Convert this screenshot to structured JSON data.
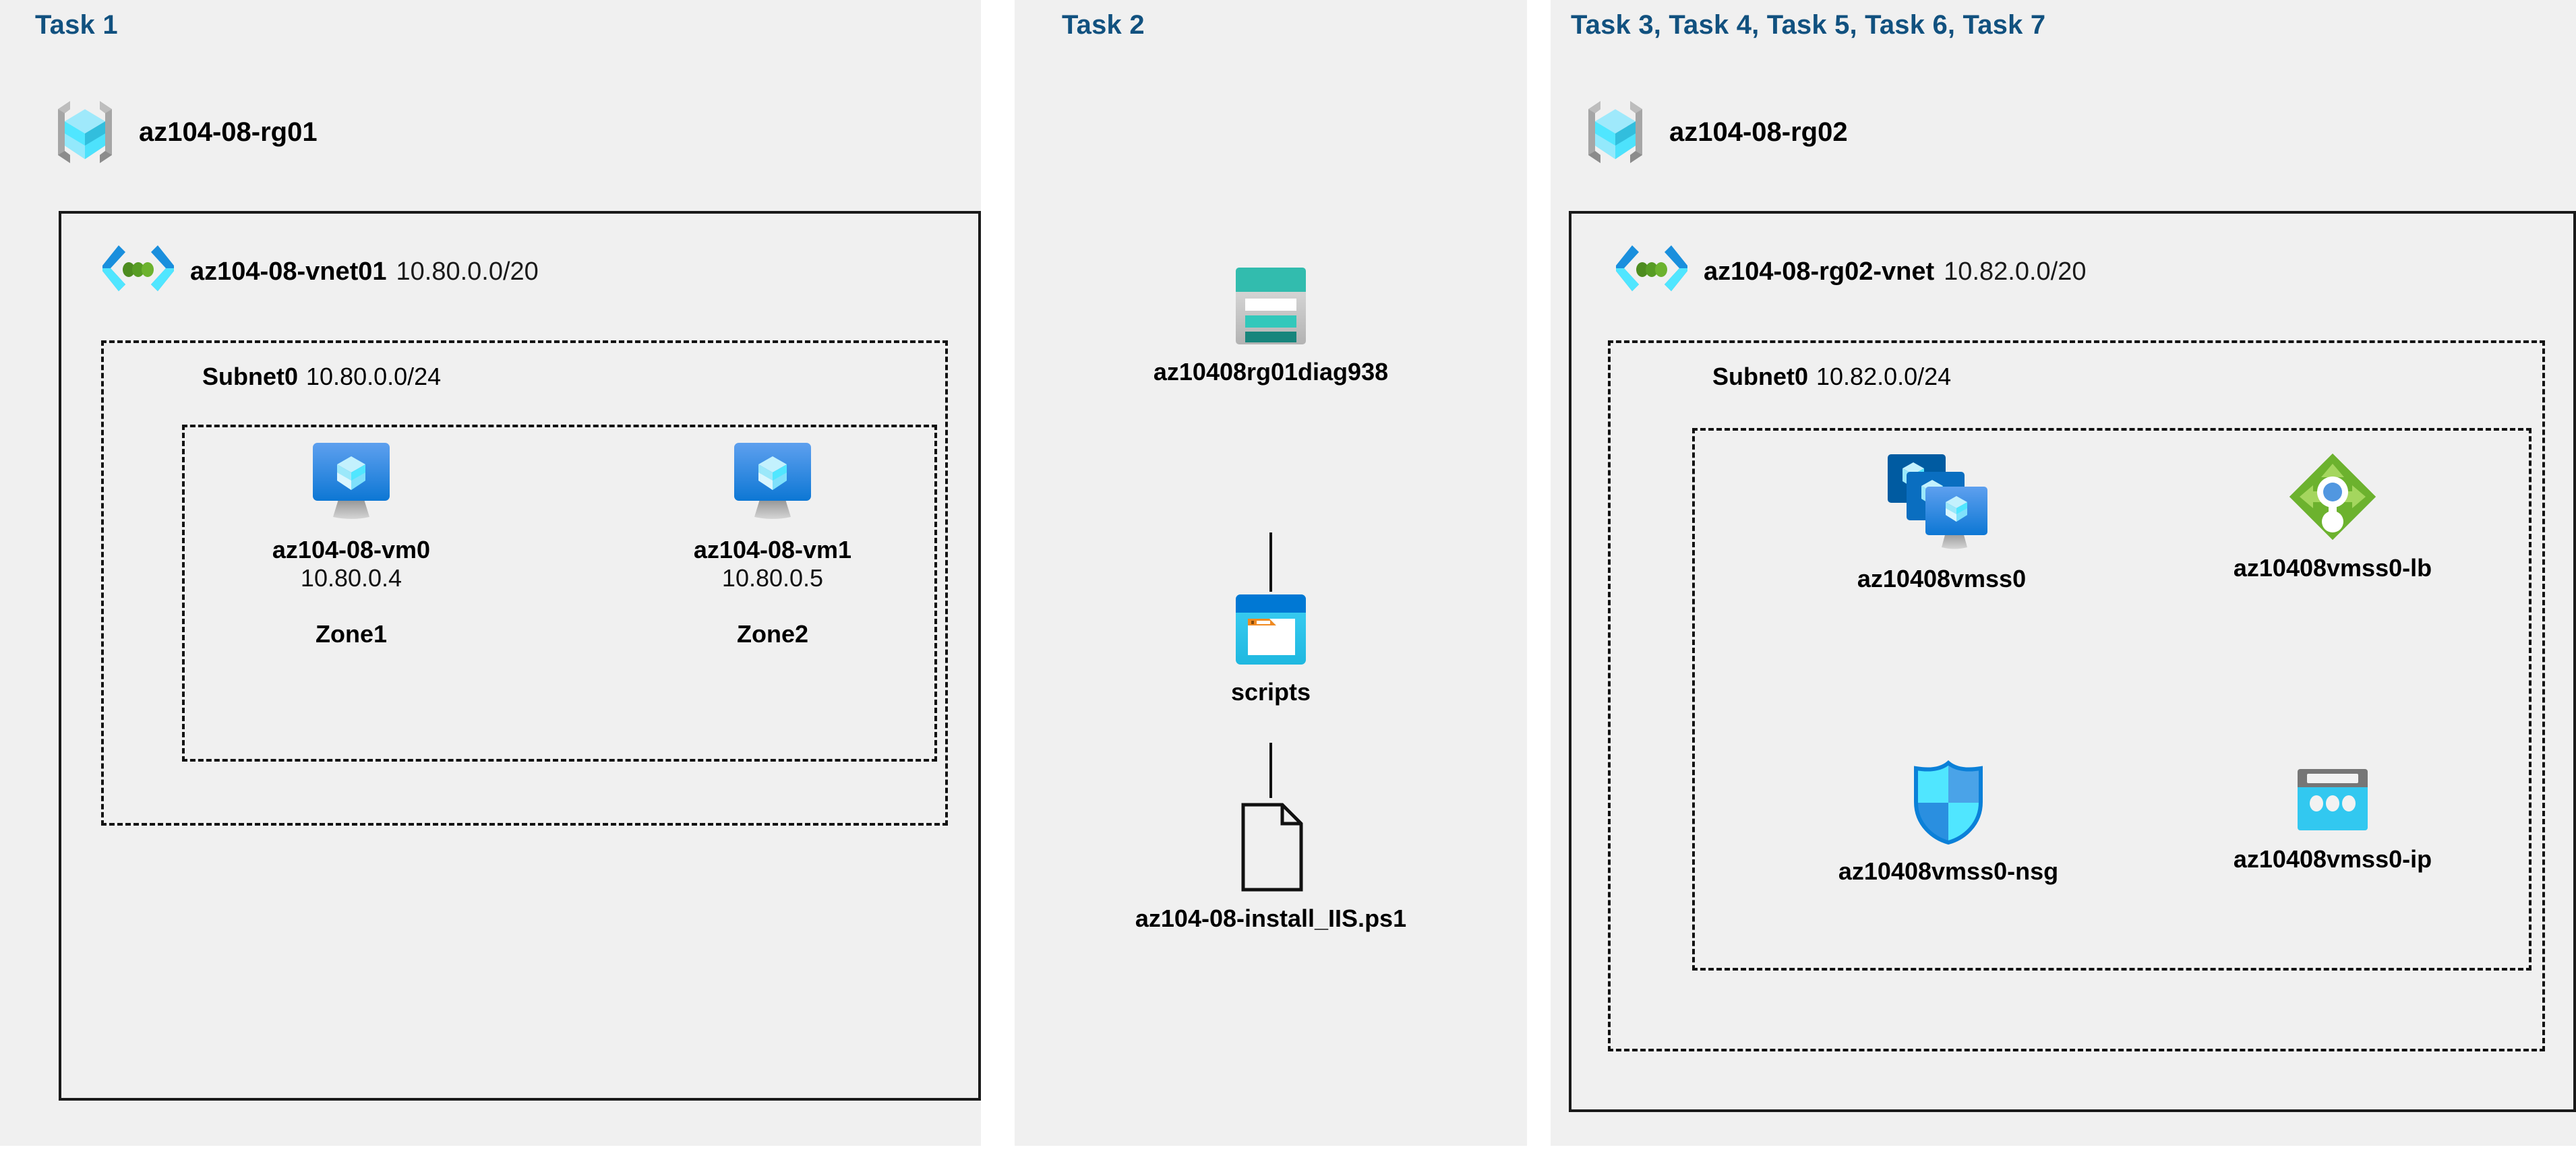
{
  "panels": [
    {
      "id": "task1",
      "label": "Task 1",
      "resource_group": {
        "name": "az104-08-rg01",
        "icon": "resource-group-icon"
      },
      "vnet": {
        "name": "az104-08-vnet01",
        "cidr": "10.80.0.0/20",
        "icon": "virtual-network-icon"
      },
      "subnet": {
        "name": "Subnet0",
        "cidr": "10.80.0.0/24"
      },
      "vms": [
        {
          "name": "az104-08-vm0",
          "ip": "10.80.0.4",
          "zone": "Zone1",
          "icon": "virtual-machine-icon"
        },
        {
          "name": "az104-08-vm1",
          "ip": "10.80.0.5",
          "zone": "Zone2",
          "icon": "virtual-machine-icon"
        }
      ]
    },
    {
      "id": "task2",
      "label": "Task 2",
      "items": [
        {
          "name": "az10408rg01diag938",
          "icon": "storage-account-icon"
        },
        {
          "name": "scripts",
          "icon": "blob-container-icon"
        },
        {
          "name": "az104-08-install_IIS.ps1",
          "icon": "file-icon"
        }
      ]
    },
    {
      "id": "task3",
      "label": "Task 3, Task 4, Task 5, Task 6, Task 7",
      "resource_group": {
        "name": "az104-08-rg02",
        "icon": "resource-group-icon"
      },
      "vnet": {
        "name": "az104-08-rg02-vnet",
        "cidr": "10.82.0.0/20",
        "icon": "virtual-network-icon"
      },
      "subnet": {
        "name": "Subnet0",
        "cidr": "10.82.0.0/24"
      },
      "resources": [
        {
          "name": "az10408vmss0",
          "icon": "vm-scale-set-icon"
        },
        {
          "name": "az10408vmss0-lb",
          "icon": "load-balancer-icon"
        },
        {
          "name": "az10408vmss0-nsg",
          "icon": "network-security-group-icon"
        },
        {
          "name": "az10408vmss0-ip",
          "icon": "public-ip-address-icon"
        }
      ]
    }
  ],
  "colors": {
    "panel_background": "#f0f0f0",
    "page_background": "#ffffff",
    "task_label": "#11517f",
    "border": "#1a1a1a",
    "azure_blue": "#0078d4",
    "cyan": "#32c8f0",
    "teal": "#2bb9ab",
    "green": "#6cb22e",
    "orange": "#f18a20"
  }
}
